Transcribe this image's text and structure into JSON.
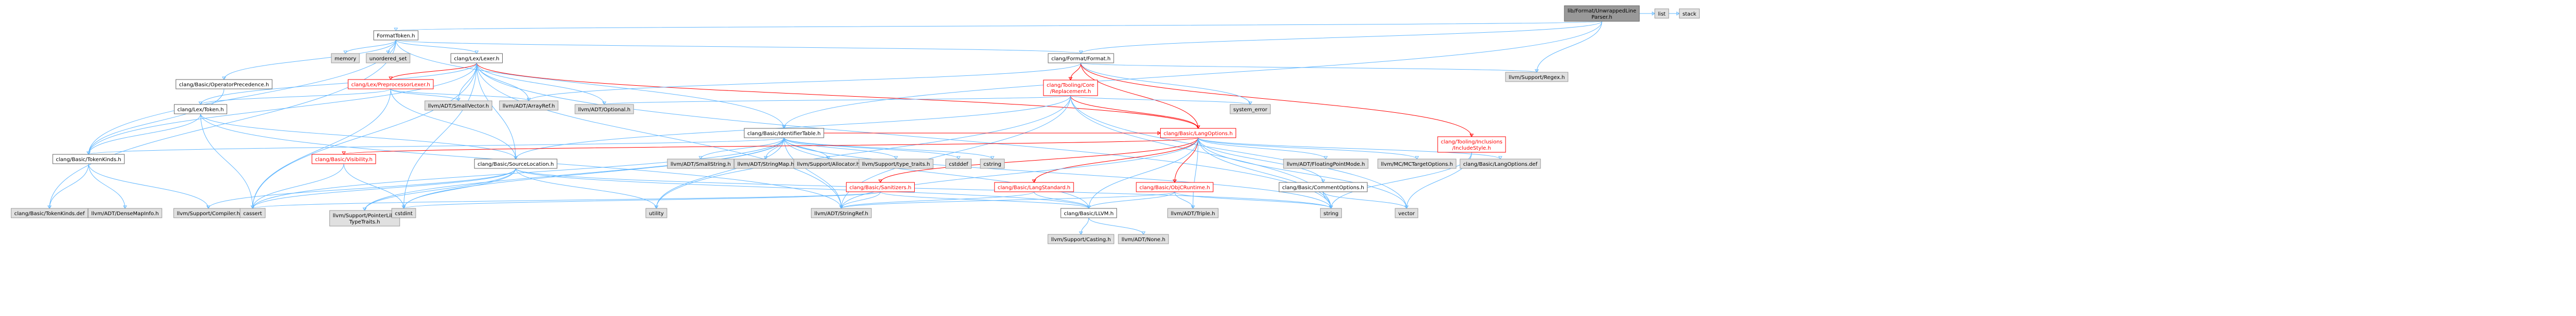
{
  "graph": {
    "root": "lib/Format/UnwrappedLine\nParser.h",
    "nodes": [
      {
        "id": "root",
        "label": "lib/Format/UnwrappedLine\nParser.h",
        "kind": "root"
      },
      {
        "id": "list",
        "label": "list",
        "kind": "sys"
      },
      {
        "id": "stack",
        "label": "stack",
        "kind": "sys"
      },
      {
        "id": "formattoken",
        "label": "FormatToken.h",
        "kind": "doc"
      },
      {
        "id": "memory",
        "label": "memory",
        "kind": "sys"
      },
      {
        "id": "unordered_set",
        "label": "unordered_set",
        "kind": "sys"
      },
      {
        "id": "lexer",
        "label": "clang/Lex/Lexer.h",
        "kind": "doc"
      },
      {
        "id": "format",
        "label": "clang/Format/Format.h",
        "kind": "doc"
      },
      {
        "id": "opprec",
        "label": "clang/Basic/OperatorPrecedence.h",
        "kind": "doc"
      },
      {
        "id": "pplexer",
        "label": "clang/Lex/PreprocessorLexer.h",
        "kind": "red"
      },
      {
        "id": "replacement",
        "label": "clang/Tooling/Core\n/Replacement.h",
        "kind": "red"
      },
      {
        "id": "regex",
        "label": "llvm/Support/Regex.h",
        "kind": "sys"
      },
      {
        "id": "smallvector",
        "label": "llvm/ADT/SmallVector.h",
        "kind": "sys"
      },
      {
        "id": "arrayref",
        "label": "llvm/ADT/ArrayRef.h",
        "kind": "sys"
      },
      {
        "id": "system_error",
        "label": "system_error",
        "kind": "sys"
      },
      {
        "id": "lextoken",
        "label": "clang/Lex/Token.h",
        "kind": "doc"
      },
      {
        "id": "optional",
        "label": "llvm/ADT/Optional.h",
        "kind": "sys"
      },
      {
        "id": "identtable",
        "label": "clang/Basic/IdentifierTable.h",
        "kind": "doc"
      },
      {
        "id": "langopts",
        "label": "clang/Basic/LangOptions.h",
        "kind": "red"
      },
      {
        "id": "inclstyle",
        "label": "clang/Tooling/Inclusions\n/IncludeStyle.h",
        "kind": "red"
      },
      {
        "id": "tokenkinds",
        "label": "clang/Basic/TokenKinds.h",
        "kind": "doc"
      },
      {
        "id": "visibility",
        "label": "clang/Basic/Visibility.h",
        "kind": "red"
      },
      {
        "id": "srcloc",
        "label": "clang/Basic/SourceLocation.h",
        "kind": "doc"
      },
      {
        "id": "smallstring",
        "label": "llvm/ADT/SmallString.h",
        "kind": "sys"
      },
      {
        "id": "stringmap",
        "label": "llvm/ADT/StringMap.h",
        "kind": "sys"
      },
      {
        "id": "allocator",
        "label": "llvm/Support/Allocator.h",
        "kind": "sys"
      },
      {
        "id": "typetraits",
        "label": "llvm/Support/type_traits.h",
        "kind": "sys"
      },
      {
        "id": "cstddef",
        "label": "cstddef",
        "kind": "sys"
      },
      {
        "id": "cstring",
        "label": "cstring",
        "kind": "sys"
      },
      {
        "id": "sanitizers",
        "label": "clang/Basic/Sanitizers.h",
        "kind": "red"
      },
      {
        "id": "langstd",
        "label": "clang/Basic/LangStandard.h",
        "kind": "red"
      },
      {
        "id": "objcrt",
        "label": "clang/Basic/ObjCRuntime.h",
        "kind": "red"
      },
      {
        "id": "fpmode",
        "label": "llvm/ADT/FloatingPointMode.h",
        "kind": "sys"
      },
      {
        "id": "mctarget",
        "label": "llvm/MC/MCTargetOptions.h",
        "kind": "sys"
      },
      {
        "id": "langoptsdef",
        "label": "clang/Basic/LangOptions.def",
        "kind": "sys"
      },
      {
        "id": "commentopts",
        "label": "clang/Basic/CommentOptions.h",
        "kind": "doc"
      },
      {
        "id": "tokenkindsdef",
        "label": "clang/Basic/TokenKinds.def",
        "kind": "sys"
      },
      {
        "id": "densemapinfo",
        "label": "llvm/ADT/DenseMapInfo.h",
        "kind": "sys"
      },
      {
        "id": "compiler",
        "label": "llvm/Support/Compiler.h",
        "kind": "sys"
      },
      {
        "id": "cassert",
        "label": "cassert",
        "kind": "sys"
      },
      {
        "id": "ptrlike",
        "label": "llvm/Support/PointerLike\nTypeTraits.h",
        "kind": "sys"
      },
      {
        "id": "cstdint",
        "label": "cstdint",
        "kind": "sys"
      },
      {
        "id": "utility",
        "label": "utility",
        "kind": "sys"
      },
      {
        "id": "stringref",
        "label": "llvm/ADT/StringRef.h",
        "kind": "sys"
      },
      {
        "id": "llvm",
        "label": "clang/Basic/LLVM.h",
        "kind": "doc"
      },
      {
        "id": "triple",
        "label": "llvm/ADT/Triple.h",
        "kind": "sys"
      },
      {
        "id": "string",
        "label": "string",
        "kind": "sys"
      },
      {
        "id": "vector",
        "label": "vector",
        "kind": "sys"
      },
      {
        "id": "casting",
        "label": "llvm/Support/Casting.h",
        "kind": "sys"
      },
      {
        "id": "none",
        "label": "llvm/ADT/None.h",
        "kind": "sys"
      }
    ],
    "edges": [
      [
        "root",
        "list"
      ],
      [
        "root",
        "stack"
      ],
      [
        "root",
        "formattoken"
      ],
      [
        "root",
        "format"
      ],
      [
        "root",
        "identtable"
      ],
      [
        "root",
        "regex"
      ],
      [
        "formattoken",
        "memory"
      ],
      [
        "formattoken",
        "unordered_set"
      ],
      [
        "formattoken",
        "lexer"
      ],
      [
        "formattoken",
        "format"
      ],
      [
        "formattoken",
        "opprec"
      ],
      [
        "formattoken",
        "tokenkinds"
      ],
      [
        "formattoken",
        "tokenkindsdef"
      ],
      [
        "formattoken",
        "identtable"
      ],
      [
        "lexer",
        "pplexer"
      ],
      [
        "lexer",
        "lextoken"
      ],
      [
        "lexer",
        "smallvector"
      ],
      [
        "lexer",
        "arrayref"
      ],
      [
        "lexer",
        "optional"
      ],
      [
        "lexer",
        "langopts"
      ],
      [
        "lexer",
        "tokenkinds"
      ],
      [
        "lexer",
        "srcloc"
      ],
      [
        "lexer",
        "stringref"
      ],
      [
        "lexer",
        "cassert"
      ],
      [
        "lexer",
        "cstdint"
      ],
      [
        "lexer",
        "string"
      ],
      [
        "format",
        "replacement"
      ],
      [
        "format",
        "langopts"
      ],
      [
        "format",
        "inclstyle"
      ],
      [
        "format",
        "regex"
      ],
      [
        "format",
        "system_error"
      ],
      [
        "format",
        "arrayref"
      ],
      [
        "opprec",
        "tokenkinds"
      ],
      [
        "pplexer",
        "lextoken"
      ],
      [
        "pplexer",
        "srcloc"
      ],
      [
        "pplexer",
        "smallvector"
      ],
      [
        "pplexer",
        "arrayref"
      ],
      [
        "pplexer",
        "cassert"
      ],
      [
        "replacement",
        "langopts"
      ],
      [
        "replacement",
        "srcloc"
      ],
      [
        "replacement",
        "stringref"
      ],
      [
        "replacement",
        "optional"
      ],
      [
        "replacement",
        "system_error"
      ],
      [
        "replacement",
        "string"
      ],
      [
        "replacement",
        "utility"
      ],
      [
        "replacement",
        "vector"
      ],
      [
        "lextoken",
        "tokenkinds"
      ],
      [
        "lextoken",
        "srcloc"
      ],
      [
        "lextoken",
        "stringref"
      ],
      [
        "lextoken",
        "cassert"
      ],
      [
        "identtable",
        "langopts"
      ],
      [
        "identtable",
        "tokenkinds"
      ],
      [
        "identtable",
        "llvm"
      ],
      [
        "identtable",
        "smallstring"
      ],
      [
        "identtable",
        "stringmap"
      ],
      [
        "identtable",
        "allocator"
      ],
      [
        "identtable",
        "typetraits"
      ],
      [
        "identtable",
        "cstddef"
      ],
      [
        "identtable",
        "cstring"
      ],
      [
        "identtable",
        "stringref"
      ],
      [
        "identtable",
        "ptrlike"
      ],
      [
        "identtable",
        "cassert"
      ],
      [
        "identtable",
        "utility"
      ],
      [
        "identtable",
        "string"
      ],
      [
        "identtable",
        "cstdint"
      ],
      [
        "langopts",
        "visibility"
      ],
      [
        "langopts",
        "sanitizers"
      ],
      [
        "langopts",
        "langstd"
      ],
      [
        "langopts",
        "objcrt"
      ],
      [
        "langopts",
        "fpmode"
      ],
      [
        "langopts",
        "mctarget"
      ],
      [
        "langopts",
        "langoptsdef"
      ],
      [
        "langopts",
        "commentopts"
      ],
      [
        "langopts",
        "llvm"
      ],
      [
        "langopts",
        "stringref"
      ],
      [
        "langopts",
        "triple"
      ],
      [
        "langopts",
        "string"
      ],
      [
        "langopts",
        "vector"
      ],
      [
        "inclstyle",
        "string"
      ],
      [
        "inclstyle",
        "vector"
      ],
      [
        "tokenkinds",
        "tokenkindsdef"
      ],
      [
        "tokenkinds",
        "densemapinfo"
      ],
      [
        "tokenkinds",
        "compiler"
      ],
      [
        "visibility",
        "cassert"
      ],
      [
        "visibility",
        "cstdint"
      ],
      [
        "srcloc",
        "llvm"
      ],
      [
        "srcloc",
        "compiler"
      ],
      [
        "srcloc",
        "ptrlike"
      ],
      [
        "srcloc",
        "cassert"
      ],
      [
        "srcloc",
        "cstdint"
      ],
      [
        "srcloc",
        "string"
      ],
      [
        "srcloc",
        "utility"
      ],
      [
        "sanitizers",
        "llvm"
      ],
      [
        "sanitizers",
        "stringref"
      ],
      [
        "sanitizers",
        "cassert"
      ],
      [
        "sanitizers",
        "cstdint"
      ],
      [
        "langstd",
        "llvm"
      ],
      [
        "langstd",
        "stringref"
      ],
      [
        "objcrt",
        "llvm"
      ],
      [
        "objcrt",
        "stringref"
      ],
      [
        "objcrt",
        "triple"
      ],
      [
        "objcrt",
        "string"
      ],
      [
        "commentopts",
        "string"
      ],
      [
        "commentopts",
        "vector"
      ],
      [
        "llvm",
        "casting"
      ],
      [
        "llvm",
        "none"
      ]
    ]
  }
}
